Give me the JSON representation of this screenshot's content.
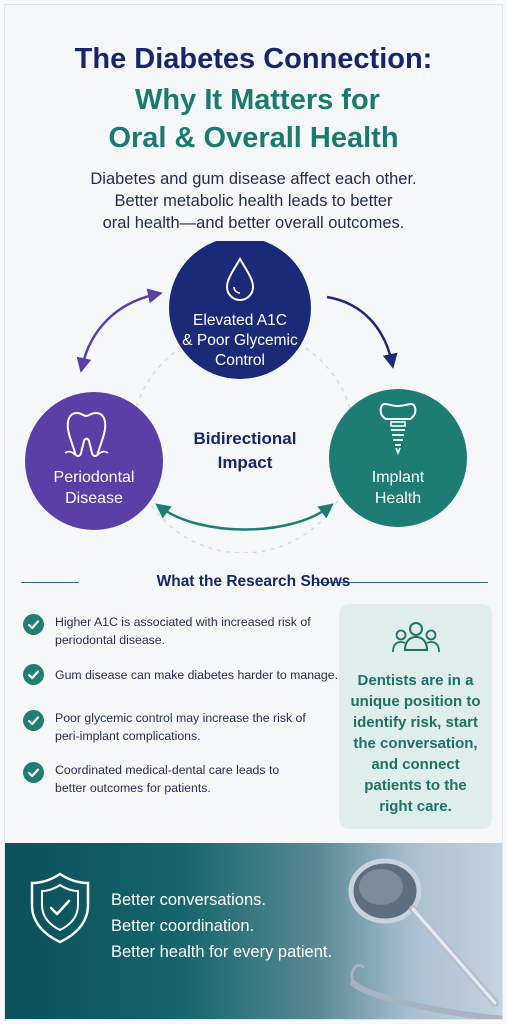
{
  "header": {
    "title_line1": "The Diabetes Connection:",
    "title_line2": "Why It Matters for",
    "title_line3": "Oral & Overall Health",
    "intro_line1": "Diabetes and gum disease affect each other.",
    "intro_line2": "Better metabolic health leads to better",
    "intro_line3": "oral health—and better overall outcomes."
  },
  "diagram": {
    "top_node": {
      "line1": "Elevated A1C",
      "line2": "& Poor Glycemic",
      "line3": "Control",
      "icon": "water-drop-icon",
      "color": "#1b2a78"
    },
    "left_node": {
      "line1": "Periodontal",
      "line2": "Disease",
      "icon": "tooth-icon",
      "color": "#5b3fa6"
    },
    "right_node": {
      "line1": "Implant",
      "line2": "Health",
      "icon": "dental-implant-icon",
      "color": "#1d7d74"
    },
    "center_line1": "Bidirectional",
    "center_line2": "Impact"
  },
  "research": {
    "heading": "What the Research Shows",
    "items": [
      {
        "line1": "Higher A1C is associated with increased risk of",
        "line2": "periodontal disease."
      },
      {
        "line1": "Gum disease can make diabetes harder to manage.",
        "line2": ""
      },
      {
        "line1": "Poor glycemic control may increase the risk of",
        "line2": "peri-implant complications."
      },
      {
        "line1": "Coordinated medical-dental care leads to",
        "line2": "better outcomes for patients."
      }
    ]
  },
  "callout": {
    "icon": "people-group-icon",
    "line1": "Dentists are in a",
    "line2": "unique position to",
    "line3": "identify risk, start",
    "line4": "the conversation,",
    "line5": "and connect",
    "line6": "patients to the",
    "line7": "right care."
  },
  "banner": {
    "icon": "shield-check-icon",
    "line1": "Better conversations.",
    "line2": "Better coordination.",
    "line3": "Better health for every patient."
  },
  "colors": {
    "navy": "#17266b",
    "teal": "#1a7a72",
    "purple": "#5b3fa6"
  }
}
